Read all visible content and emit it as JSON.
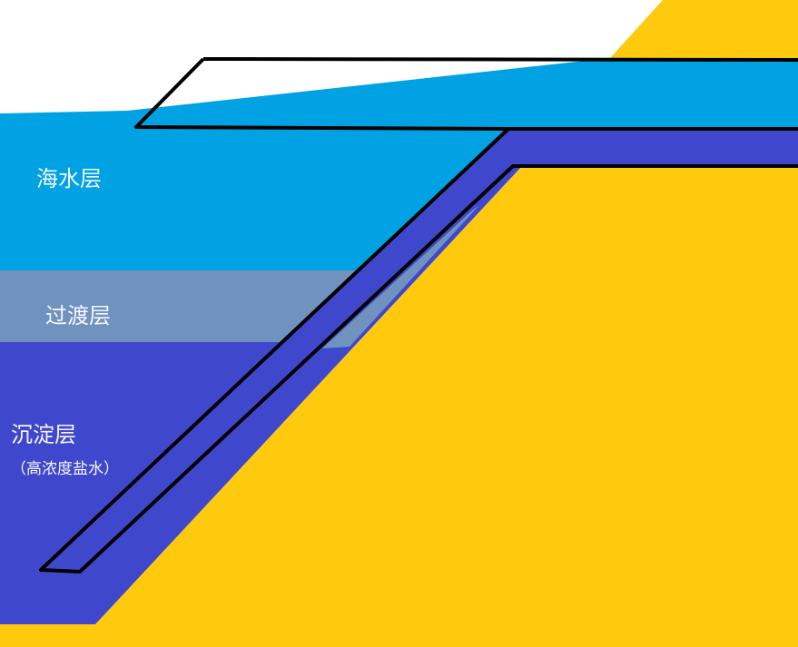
{
  "labels": {
    "seawater": "海水层",
    "transition": "过渡层",
    "sediment": "沉淀层",
    "sediment_note": "（高浓度盐水）"
  },
  "colors": {
    "seawater": "#00A2E3",
    "transition": "#7092BE",
    "sediment": "#3F48CC",
    "land": "#FFC90E",
    "outline": "#000000",
    "background": "#FFFFFF"
  }
}
